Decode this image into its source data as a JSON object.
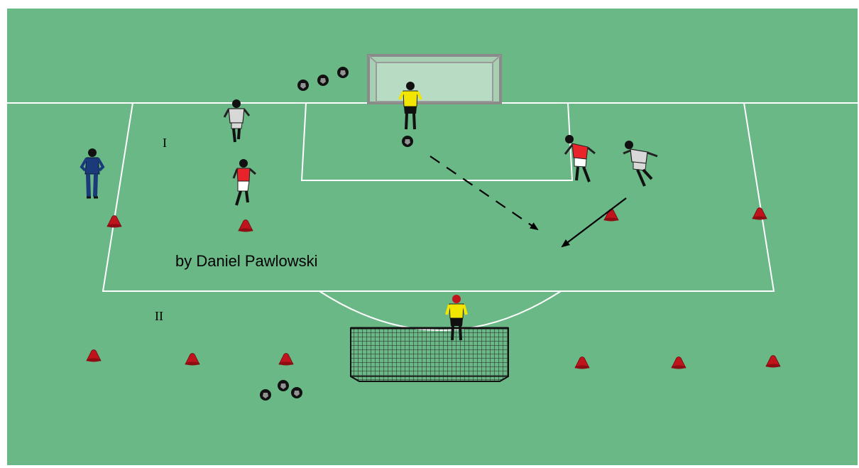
{
  "diagram": {
    "title": "",
    "credit": "by Daniel Pawlowski",
    "zone_labels": [
      "I",
      "II"
    ],
    "colors": {
      "grass": "#6bb887",
      "lines": "#ffffff",
      "cone": "#c0141c",
      "ball": "#111111",
      "red_team": "#e8232a",
      "white_team": "#d8d8d8",
      "goalkeeper": "#f2e600",
      "coach": "#1a3a7a"
    },
    "legend": []
  }
}
